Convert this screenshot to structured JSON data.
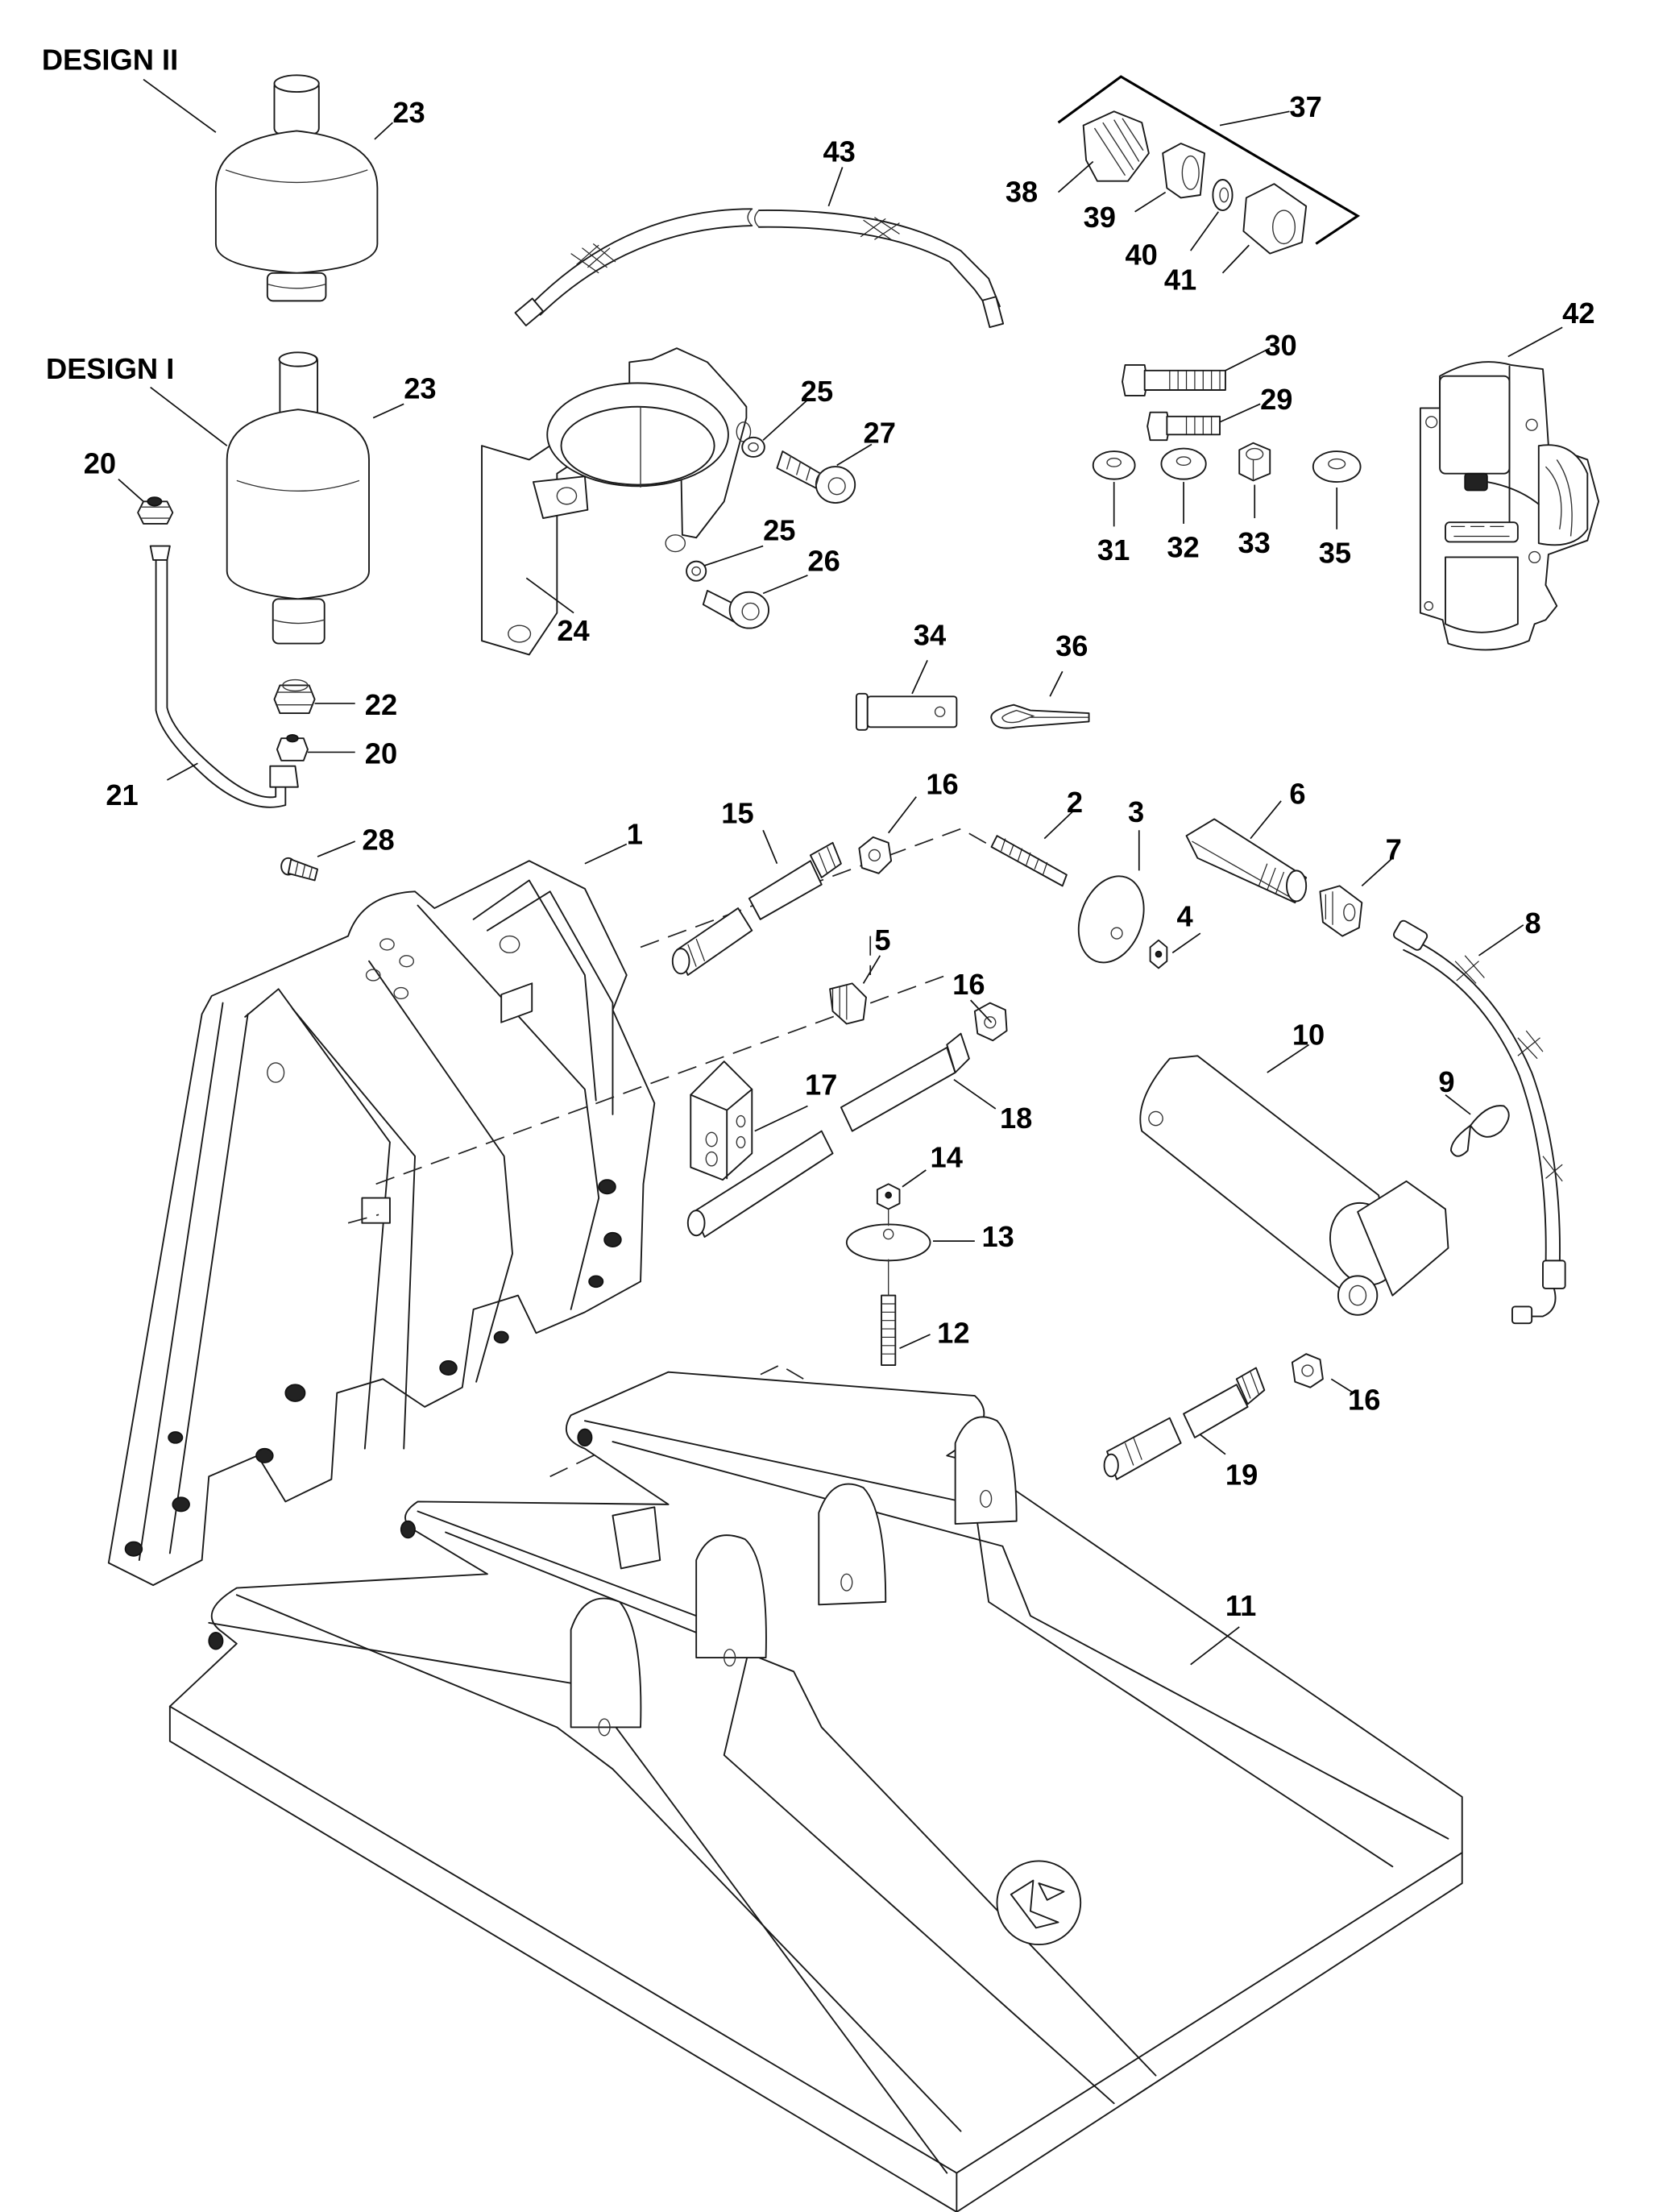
{
  "diagram": {
    "type": "exploded parts diagram",
    "design_labels": {
      "design_2": "DESIGN II",
      "design_1": "DESIGN I"
    },
    "callouts": {
      "c1": "1",
      "c2": "2",
      "c3": "3",
      "c4": "4",
      "c5": "5",
      "c6": "6",
      "c7": "7",
      "c8": "8",
      "c9": "9",
      "c10": "10",
      "c11": "11",
      "c12": "12",
      "c13": "13",
      "c14": "14",
      "c15": "15",
      "c16a": "16",
      "c16b": "16",
      "c16c": "16",
      "c17": "17",
      "c18": "18",
      "c19": "19",
      "c20a": "20",
      "c20b": "20",
      "c21": "21",
      "c22": "22",
      "c23a": "23",
      "c23b": "23",
      "c24": "24",
      "c25a": "25",
      "c25b": "25",
      "c26": "26",
      "c27": "27",
      "c28": "28",
      "c29": "29",
      "c30": "30",
      "c31": "31",
      "c32": "32",
      "c33": "33",
      "c34": "34",
      "c35": "35",
      "c36": "36",
      "c37": "37",
      "c38": "38",
      "c39": "39",
      "c40": "40",
      "c41": "41",
      "c42": "42",
      "c43": "43"
    },
    "parts": [
      {
        "ref": "1",
        "icon": "transom-bracket-icon"
      },
      {
        "ref": "2",
        "icon": "stud-icon"
      },
      {
        "ref": "3",
        "icon": "washer-disc-icon"
      },
      {
        "ref": "4",
        "icon": "nut-icon"
      },
      {
        "ref": "5",
        "icon": "plug-icon"
      },
      {
        "ref": "6",
        "icon": "pin-icon"
      },
      {
        "ref": "7",
        "icon": "fitting-icon"
      },
      {
        "ref": "8",
        "icon": "hose-icon"
      },
      {
        "ref": "9",
        "icon": "clip-icon"
      },
      {
        "ref": "10",
        "icon": "cylinder-icon"
      },
      {
        "ref": "11",
        "icon": "base-plate-icon"
      },
      {
        "ref": "12",
        "icon": "stud-icon"
      },
      {
        "ref": "13",
        "icon": "washer-disc-icon"
      },
      {
        "ref": "14",
        "icon": "nut-icon"
      },
      {
        "ref": "15",
        "icon": "shaft-icon"
      },
      {
        "ref": "16",
        "icon": "nut-icon"
      },
      {
        "ref": "17",
        "icon": "block-icon"
      },
      {
        "ref": "18",
        "icon": "shaft-icon"
      },
      {
        "ref": "19",
        "icon": "shaft-icon"
      },
      {
        "ref": "20",
        "icon": "fitting-icon"
      },
      {
        "ref": "21",
        "icon": "tube-icon"
      },
      {
        "ref": "22",
        "icon": "fitting-icon"
      },
      {
        "ref": "23",
        "icon": "reservoir-icon"
      },
      {
        "ref": "24",
        "icon": "bracket-icon"
      },
      {
        "ref": "25",
        "icon": "lockwasher-icon"
      },
      {
        "ref": "26",
        "icon": "screw-icon"
      },
      {
        "ref": "27",
        "icon": "screw-icon"
      },
      {
        "ref": "28",
        "icon": "screw-icon"
      },
      {
        "ref": "29",
        "icon": "bolt-icon"
      },
      {
        "ref": "30",
        "icon": "bolt-icon"
      },
      {
        "ref": "31",
        "icon": "washer-icon"
      },
      {
        "ref": "32",
        "icon": "washer-icon"
      },
      {
        "ref": "33",
        "icon": "nut-icon"
      },
      {
        "ref": "34",
        "icon": "clevis-pin-icon"
      },
      {
        "ref": "35",
        "icon": "washer-icon"
      },
      {
        "ref": "36",
        "icon": "cotter-pin-icon"
      },
      {
        "ref": "37",
        "icon": "fitting-kit-icon"
      },
      {
        "ref": "38",
        "icon": "fitting-icon"
      },
      {
        "ref": "39",
        "icon": "sleeve-icon"
      },
      {
        "ref": "40",
        "icon": "ring-icon"
      },
      {
        "ref": "41",
        "icon": "nut-icon"
      },
      {
        "ref": "42",
        "icon": "pump-motor-icon"
      },
      {
        "ref": "43",
        "icon": "hose-icon"
      }
    ]
  }
}
